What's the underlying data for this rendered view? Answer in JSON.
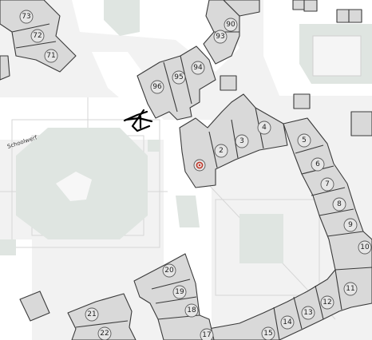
{
  "street_label": "Schoolwerf",
  "house_numbers": {
    "h73": "73",
    "h72": "72",
    "h71": "71",
    "h90": "90",
    "h93": "93",
    "h94": "94",
    "h95": "95",
    "h96": "96",
    "h2": "2",
    "h3": "3",
    "h4": "4",
    "h5": "5",
    "h6": "6",
    "h7": "7",
    "h8": "8",
    "h9": "9",
    "h10": "10",
    "h11": "11",
    "h12": "12",
    "h13": "13",
    "h14": "14",
    "h15": "15",
    "h17": "17",
    "h18": "18",
    "h19": "19",
    "h20": "20",
    "h21": "21",
    "h22": "22"
  },
  "colors": {
    "background": "#f2f2f2",
    "road": "#ffffff",
    "green_area": "#dfe5e1",
    "building_fill": "#d9d9d9",
    "building_outline": "#3a3a3a",
    "location_marker": "#c0392b"
  },
  "marker": {
    "icon": "location-marker-icon"
  }
}
